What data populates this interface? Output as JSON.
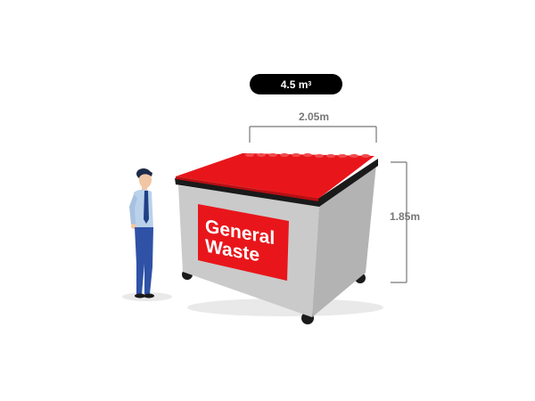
{
  "volume": {
    "value": "4.5",
    "unit": "m",
    "superscript": "3"
  },
  "dimensions": {
    "width": "2.05m",
    "height": "1.85m"
  },
  "bin": {
    "label_line1": "General",
    "label_line2": "Waste",
    "colors": {
      "lid": "#e8161b",
      "body": "#c9c9c9",
      "label_panel": "#e8161b",
      "label_text": "#ffffff",
      "rim": "#1a1a1a"
    }
  },
  "figure": {
    "icon": "person-standing-icon",
    "colors": {
      "shirt": "#b9d1ea",
      "trousers": "#2f52a6",
      "hair": "#1e2a4a",
      "skin": "#f2c6a4"
    }
  }
}
